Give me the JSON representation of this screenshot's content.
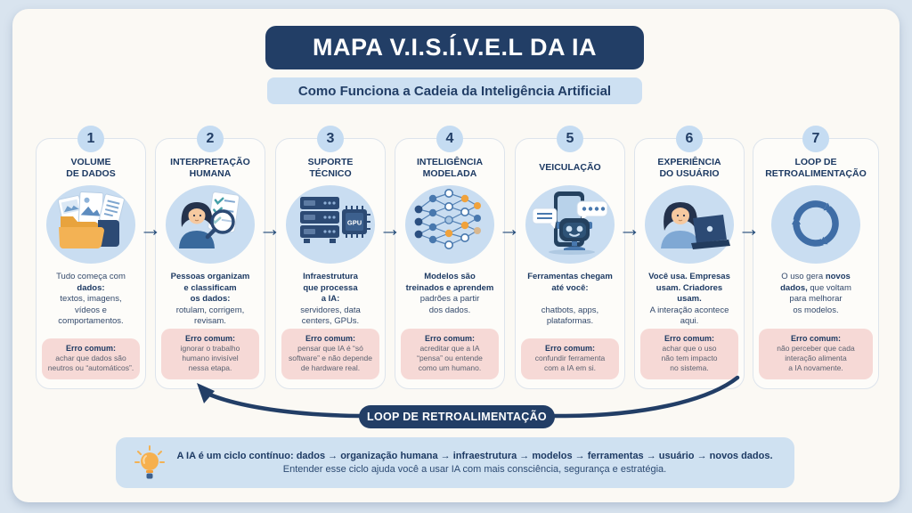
{
  "header": {
    "title": "MAPA V.I.S.Í.V.E.L DA IA",
    "subtitle": "Como Funciona a Cadeia da Inteligência Artificial"
  },
  "flow": {
    "arrow": "→"
  },
  "steps": [
    {
      "number": "1",
      "title": "VOLUME\nDE DADOS",
      "icon": "folder-data-icon",
      "desc_pre": "Tudo começa com\n",
      "desc_bold": "dados:",
      "desc_post": "\ntextos, imagens,\nvídeos e\ncomportamentos.",
      "error_label": "Erro comum:",
      "error_text": "achar que dados são\nneutros ou “automáticos”."
    },
    {
      "number": "2",
      "title": "INTERPRETAÇÃO\nHUMANA",
      "icon": "human-review-icon",
      "desc_pre": "",
      "desc_bold": "Pessoas organizam\ne classificam\nos dados:",
      "desc_post": "\nrotulam, corrigem,\nrevisam.",
      "error_label": "Erro comum:",
      "error_text": "ignorar o trabalho\nhumano invisível\nnessa etapa."
    },
    {
      "number": "3",
      "title": "SUPORTE\nTÉCNICO",
      "icon": "server-gpu-icon",
      "icon_label": "GPU",
      "desc_pre": "",
      "desc_bold": "Infraestrutura\nque processa\na IA:",
      "desc_post": "\nservidores, data\ncenters, GPUs.",
      "error_label": "Erro comum:",
      "error_text": "pensar que IA é “só\nsoftware” e não depende\nde hardware real."
    },
    {
      "number": "4",
      "title": "INTELIGÊNCIA\nMODELADA",
      "icon": "neural-network-icon",
      "desc_pre": "",
      "desc_bold": "Modelos são\ntreinados e aprendem",
      "desc_post": "\npadrões a partir\ndos dados.",
      "error_label": "Erro comum:",
      "error_text": "acreditar que a IA\n“pensa” ou entende\ncomo um humano."
    },
    {
      "number": "5",
      "title": "VEICULAÇÃO",
      "icon": "chatbot-phone-icon",
      "desc_pre": "",
      "desc_bold": "Ferramentas chegam\naté você:",
      "desc_post": "\n\nchatbots, apps,\nplataformas.",
      "error_label": "Erro comum:",
      "error_text": "confundir ferramenta\ncom a IA em si."
    },
    {
      "number": "6",
      "title": "EXPERIÊNCIA\nDO USUÁRIO",
      "icon": "user-laptop-icon",
      "desc_pre": "",
      "desc_bold": "Você usa. Empresas\nusam. Criadores\nusam.",
      "desc_post": "\nA interação acontece\naqui.",
      "error_label": "Erro comum:",
      "error_text": "achar que o uso\nnão tem impacto\nno sistema."
    },
    {
      "number": "7",
      "title": "LOOP DE\nRETROALIMENTAÇÃO",
      "icon": "feedback-loop-icon",
      "desc_pre": "O uso gera ",
      "desc_bold": "novos\ndados,",
      "desc_post": " que voltam\npara melhorar\nos modelos.",
      "error_label": "Erro comum:",
      "error_text": "não perceber que cada\ninteração alimenta\na IA novamente."
    }
  ],
  "loop_label": "LOOP DE RETROALIMENTAÇÃO",
  "footer": {
    "line1": "A IA é um ciclo contínuo: dados → organização humana → infraestrutura → modelos → ferramentas → usuário → novos dados.",
    "line2": "Entender esse ciclo ajuda você a usar IA com mais consciência, segurança e estratégia."
  },
  "colors": {
    "navy": "#223e66",
    "background": "#d9e4ef",
    "panel": "#fbf9f4",
    "light_blue_pill": "#cde0f2",
    "icon_ellipse_blue": "#c9ddf1",
    "error_pink": "#f6d9d6",
    "accent_orange": "#f3b254"
  }
}
